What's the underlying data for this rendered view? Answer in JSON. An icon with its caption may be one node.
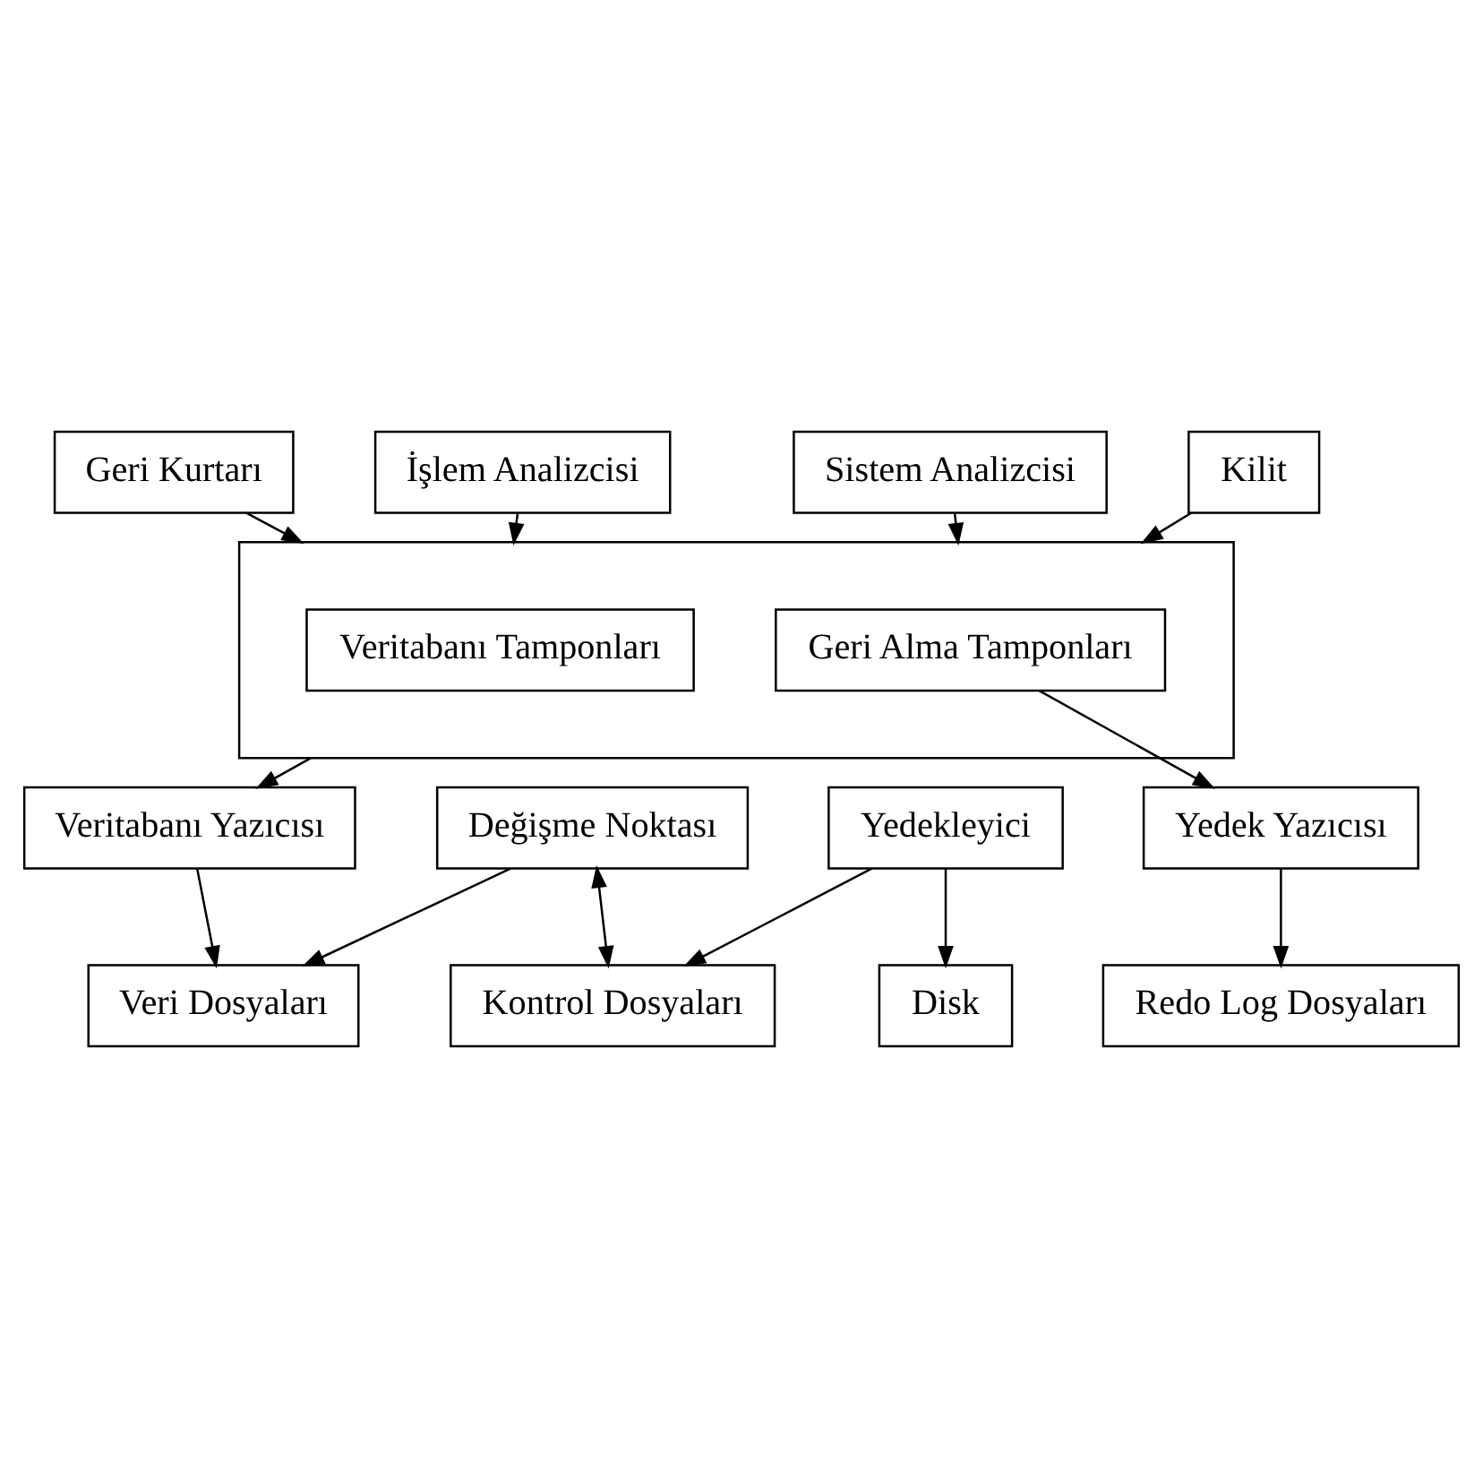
{
  "diagram": {
    "nodes": [
      {
        "text": [
          "Geri Kurtarı"
        ]
      },
      {
        "text": [
          "İşlem Analizcisi"
        ]
      },
      {
        "text": [
          "Sistem Analizcisi"
        ]
      },
      {
        "text": [
          "Kilit"
        ]
      },
      {
        "text": [],
        "shape": "box"
      },
      {
        "text": [
          "Veritabanı Tamponları"
        ],
        "in": 4
      },
      {
        "text": [
          "Geri Alma Tamponları"
        ],
        "in": 4
      },
      {
        "text": [
          "Değişme Noktası"
        ]
      },
      {
        "text": [
          "Yedekleyici"
        ]
      },
      {
        "text": [
          "Veritabanı Yazıcısı"
        ]
      },
      {
        "text": [
          "Disk"
        ]
      },
      {
        "text": [
          "Yedek Yazıcısı"
        ]
      },
      {
        "text": [
          "Veri Dosyaları"
        ]
      },
      {
        "text": [
          "Kontrol Dosyaları"
        ]
      },
      {
        "text": [
          "Redo Log Dosyaları"
        ]
      }
    ],
    "edges": [
      {
        "from": 0,
        "to": 4,
        "arrow": "to"
      },
      {
        "from": 1,
        "to": 4,
        "arrow": "to"
      },
      {
        "from": 2,
        "to": 4,
        "arrow": "to"
      },
      {
        "from": 3,
        "to": 4,
        "arrow": "to"
      },
      {
        "from": 4,
        "to": 9,
        "arrow": "to"
      },
      {
        "from": 6,
        "to": 11,
        "arrow": "to"
      },
      {
        "from": 7,
        "to": 13,
        "arrow": "both"
      },
      {
        "from": 8,
        "to": 10,
        "arrow": "to"
      },
      {
        "from": 8,
        "to": 13,
        "arrow": "to"
      },
      {
        "from": 9,
        "to": 12,
        "arrow": "to"
      },
      {
        "from": 7,
        "to": 12,
        "arrow": "to"
      },
      {
        "from": 11,
        "to": 14,
        "arrow": "to"
      }
    ]
  }
}
